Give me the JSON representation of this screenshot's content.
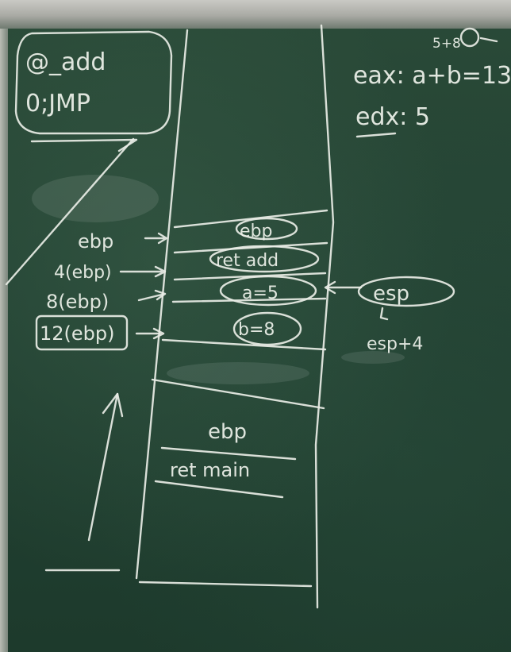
{
  "board": {
    "code_box": {
      "line1": "@_add",
      "line2": "0;JMP"
    },
    "registers": {
      "eax_note": "5+8",
      "eax_value": "eax: a+b=13",
      "edx_value": "edx: 5"
    },
    "stack_frame": [
      {
        "pointer_label": "ebp",
        "cell": "ebp"
      },
      {
        "pointer_label": "4(ebp)",
        "cell": "ret add"
      },
      {
        "pointer_label": "8(ebp)",
        "cell": "a=5"
      },
      {
        "pointer_label": "12(ebp)",
        "cell": "b=8"
      }
    ],
    "esp_label": "esp",
    "esp_offset_label": "esp+4",
    "lower_stack": {
      "cell1": "ebp",
      "cell2": "ret main"
    }
  }
}
